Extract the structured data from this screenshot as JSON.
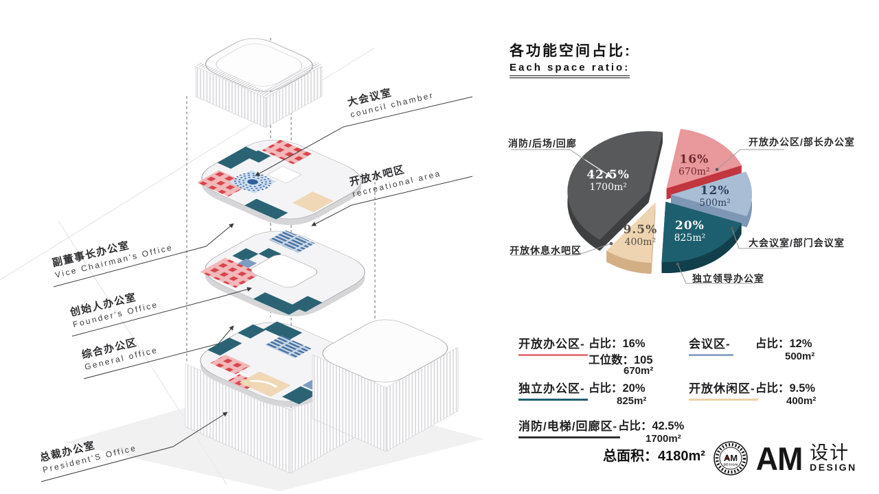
{
  "right_panel": {
    "title_zh": "各功能空间占比:",
    "title_en": "Each space ratio:"
  },
  "building": {
    "callouts": [
      {
        "zh": "大会议室",
        "en": "council chamber"
      },
      {
        "zh": "开放水吧区",
        "en": "recreational area"
      },
      {
        "zh": "副董事长办公室",
        "en": "Vice Chairman's Office"
      },
      {
        "zh": "创始人办公室",
        "en": "Founder's Office"
      },
      {
        "zh": "综合办公区",
        "en": "General office"
      },
      {
        "zh": "总裁办公室",
        "en": "President'S Office"
      }
    ]
  },
  "chart_data": {
    "type": "pie",
    "title_zh": "各功能空间占比:",
    "title_en": "Each space ratio:",
    "legend_position": "below",
    "total_area": "4180m²",
    "slices": [
      {
        "label": "消防/后场/回廊",
        "pct": 42.5,
        "pct_label": "42.5%",
        "area": "1700m²",
        "color": "#58595b",
        "side": "#3e3f41",
        "text": "#ffffff"
      },
      {
        "label": "开放办公区/部长办公室",
        "pct": 16,
        "pct_label": "16%",
        "area": "670m²",
        "color": "#e9989b",
        "side": "#c2363f",
        "text": "#6d2a2e"
      },
      {
        "label": "大会议室/部门会议室",
        "pct": 12,
        "pct_label": "12%",
        "area": "500m²",
        "color": "#a9bed4",
        "side": "#7e97b5",
        "text": "#2c3f5e"
      },
      {
        "label": "独立领导办公室",
        "pct": 20,
        "pct_label": "20%",
        "area": "825m²",
        "color": "#1d5f6e",
        "side": "#113f4b",
        "text": "#ffffff"
      },
      {
        "label": "开放休息水吧区",
        "pct": 9.5,
        "pct_label": "9.5%",
        "area": "400m²",
        "color": "#eed4b0",
        "side": "#d3af85",
        "text": "#57504a"
      }
    ]
  },
  "legend": {
    "rows": [
      {
        "name": "开放办公区-",
        "color": "#e4777b",
        "ratio_label": "占比：16%",
        "extra": "工位数：105",
        "area": "670m²"
      },
      {
        "name": "会议区-",
        "color": "#8ba6c6",
        "ratio_label": "占比：12%",
        "area": "500m²"
      },
      {
        "name": "独立办公区-",
        "color": "#1d5f6e",
        "ratio_label": "占比：20%",
        "area": "825m²"
      },
      {
        "name": "开放休闲区-",
        "color": "#eccfa6",
        "ratio_label": "占比：9.5%",
        "area": "400m²"
      },
      {
        "name": "消防/电梯/回廊区-",
        "color": "#333336",
        "ratio_label": "占比：42.5%",
        "area": "1700m²"
      }
    ],
    "total_label": "总面积：4180m²"
  },
  "logo": {
    "badge_text": "AM",
    "badge_sub": "DESIGN",
    "name_en": "AM",
    "name_zh": "设计",
    "name_sub": "DESIGN"
  }
}
